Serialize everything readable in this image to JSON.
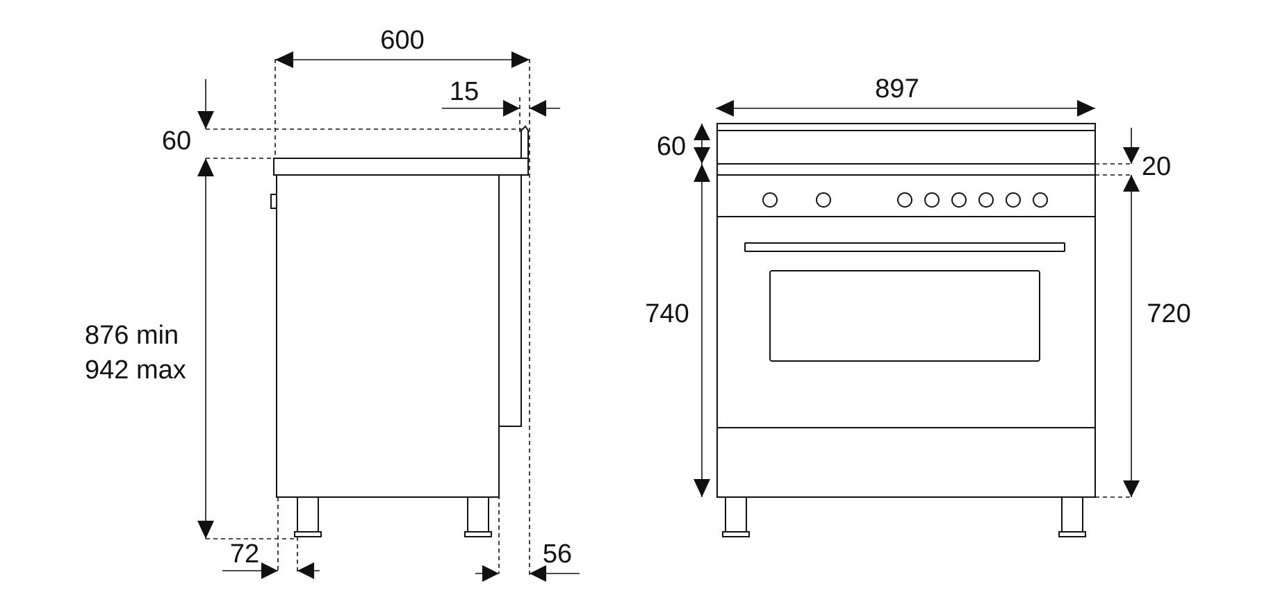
{
  "side_view": {
    "depth": "600",
    "rear_offset": "15",
    "backguard_height": "60",
    "height_min": "876 min",
    "height_max": "942 max",
    "front_foot_offset": "72",
    "rear_foot_offset": "56"
  },
  "front_view": {
    "width": "897",
    "backguard_height": "60",
    "top_thickness": "20",
    "body_height": "740",
    "front_height": "720",
    "knob_count": 8
  }
}
